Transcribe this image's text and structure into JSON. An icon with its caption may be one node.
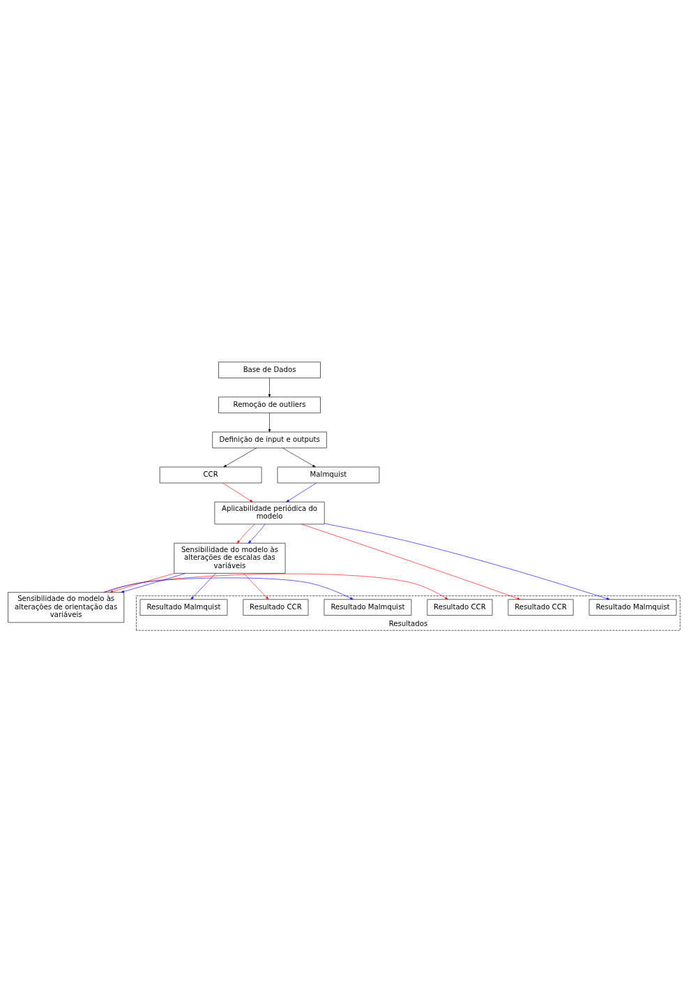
{
  "diagram": {
    "nodes": [
      {
        "text": [
          "Base de Dados"
        ]
      },
      {
        "text": [
          "Remoção de outliers"
        ]
      },
      {
        "text": [
          "Definição de input e outputs"
        ]
      },
      {
        "text": [
          "CCR"
        ]
      },
      {
        "text": [
          "Malmquist"
        ]
      },
      {
        "text": [
          "Aplicabilidade periódica do modelo"
        ]
      },
      {
        "text": [
          "Sensibilidade do modelo às alterações de escalas das variáveis"
        ]
      },
      {
        "text": [
          "Sensibilidade do modelo às alterações de orientação das variáveis"
        ]
      },
      {
        "text": [
          "Resultados"
        ]
      },
      {
        "text": [
          "Resultado CCR"
        ],
        "in": 8
      },
      {
        "text": [
          "Resultado Malmquist"
        ],
        "in": 8
      },
      {
        "text": [
          "Resultado CCR"
        ],
        "in": 8
      },
      {
        "text": [
          "Resultado Malmquist"
        ],
        "in": 8
      },
      {
        "text": [
          "Resultado CCR"
        ],
        "in": 8
      },
      {
        "text": [
          "Resultado Malmquist"
        ],
        "in": 8
      }
    ],
    "edges": [
      {
        "from": 0,
        "to": 1,
        "arrow": "to",
        "color": "#000000"
      },
      {
        "from": 1,
        "to": 2,
        "arrow": "to",
        "color": "#000000"
      },
      {
        "from": 2,
        "to": 3,
        "arrow": "to",
        "color": "#000000"
      },
      {
        "from": 2,
        "to": 4,
        "arrow": "to",
        "color": "#000000"
      },
      {
        "from": 3,
        "to": 5,
        "arrow": "to",
        "color": "#ff0000"
      },
      {
        "from": 4,
        "to": 5,
        "arrow": "to",
        "color": "#0000ff"
      },
      {
        "from": 5,
        "to": 9,
        "arrow": "to",
        "color": "#ff0000"
      },
      {
        "from": 5,
        "to": 10,
        "arrow": "to",
        "color": "#0000ff"
      },
      {
        "from": 5,
        "to": 6,
        "arrow": "to",
        "color": "#ff0000"
      },
      {
        "from": 5,
        "to": 6,
        "arrow": "to",
        "color": "#0000ff"
      },
      {
        "from": 6,
        "to": 11,
        "arrow": "to",
        "color": "#ff0000"
      },
      {
        "from": 6,
        "to": 12,
        "arrow": "to",
        "color": "#0000ff"
      },
      {
        "from": 6,
        "to": 7,
        "arrow": "to",
        "color": "#ff0000"
      },
      {
        "from": 6,
        "to": 7,
        "arrow": "to",
        "color": "#0000ff"
      },
      {
        "from": 7,
        "to": 13,
        "arrow": "to",
        "color": "#ff0000"
      },
      {
        "from": 7,
        "to": 14,
        "arrow": "to",
        "color": "#0000ff"
      }
    ]
  }
}
